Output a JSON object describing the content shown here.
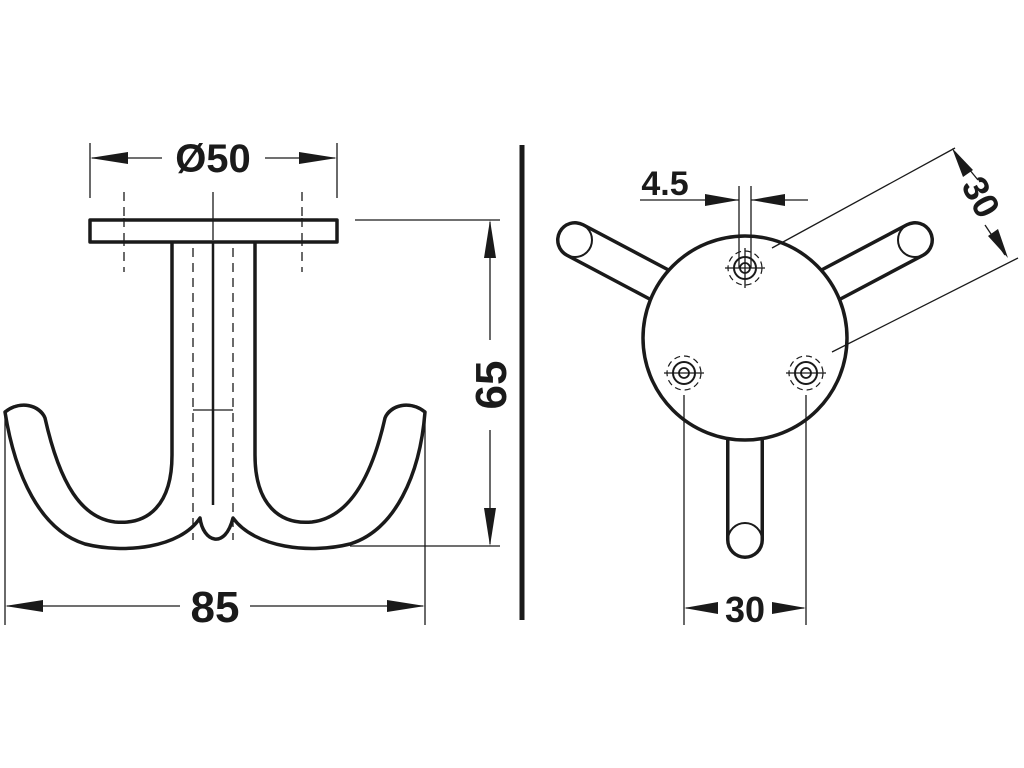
{
  "side_view": {
    "diameter_label": "Ø50",
    "height_label": "65",
    "width_label": "85"
  },
  "top_view": {
    "hole_label": "4.5",
    "spacing_diagonal_label": "30",
    "spacing_bottom_label": "30"
  },
  "colors": {
    "line": "#1a1a1a",
    "background": "#ffffff"
  }
}
